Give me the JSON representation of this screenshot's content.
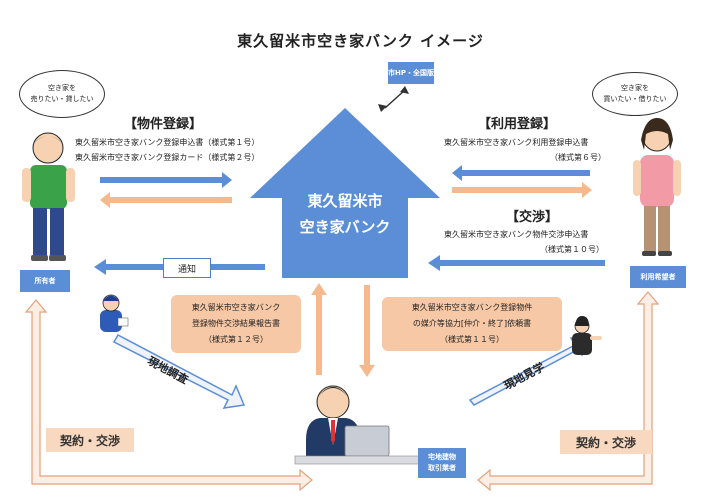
{
  "title": "東久留米市空き家バンク イメージ",
  "center": {
    "label": "東久留米市\n空き家バンク"
  },
  "portal": {
    "label": "市HP・全国版"
  },
  "owner": {
    "bubble": "空き家を\n売りたい・貸したい",
    "label": "所有者",
    "section_title": "【物件登録】",
    "doc1": "東久留米市空き家バンク登録申込書（様式第１号）",
    "doc2": "東久留米市空き家バンク登録カード（様式第２号）"
  },
  "user": {
    "bubble": "空き家を\n買いたい・借りたい",
    "label": "利用希望者",
    "section1_title": "【利用登録】",
    "section1_doc": "東久留米市空き家バンク利用登録申込書",
    "section1_form": "（様式第６号）",
    "section2_title": "【交渉】",
    "section2_doc": "東久留米市空き家バンク物件交渉申込書",
    "section2_form": "（様式第１０号）"
  },
  "notice": "通知",
  "report_box": "東久留米市空き家バンク\n登録物件交渉結果報告書\n（様式第１２号）",
  "request_box": "東久留米市空き家バンク登録物件\nの媒介等協力[仲介・終了]依頼書\n（様式第１１号）",
  "survey": "現地調査",
  "visit": "現地見学",
  "contract_left": "契約・交渉",
  "contract_right": "契約・交渉",
  "agent": {
    "label": "宅地建物\n取引業者"
  },
  "colors": {
    "blue": "#5b8ed6",
    "orange": "#f5b98d",
    "house": "#5b8ed6"
  }
}
